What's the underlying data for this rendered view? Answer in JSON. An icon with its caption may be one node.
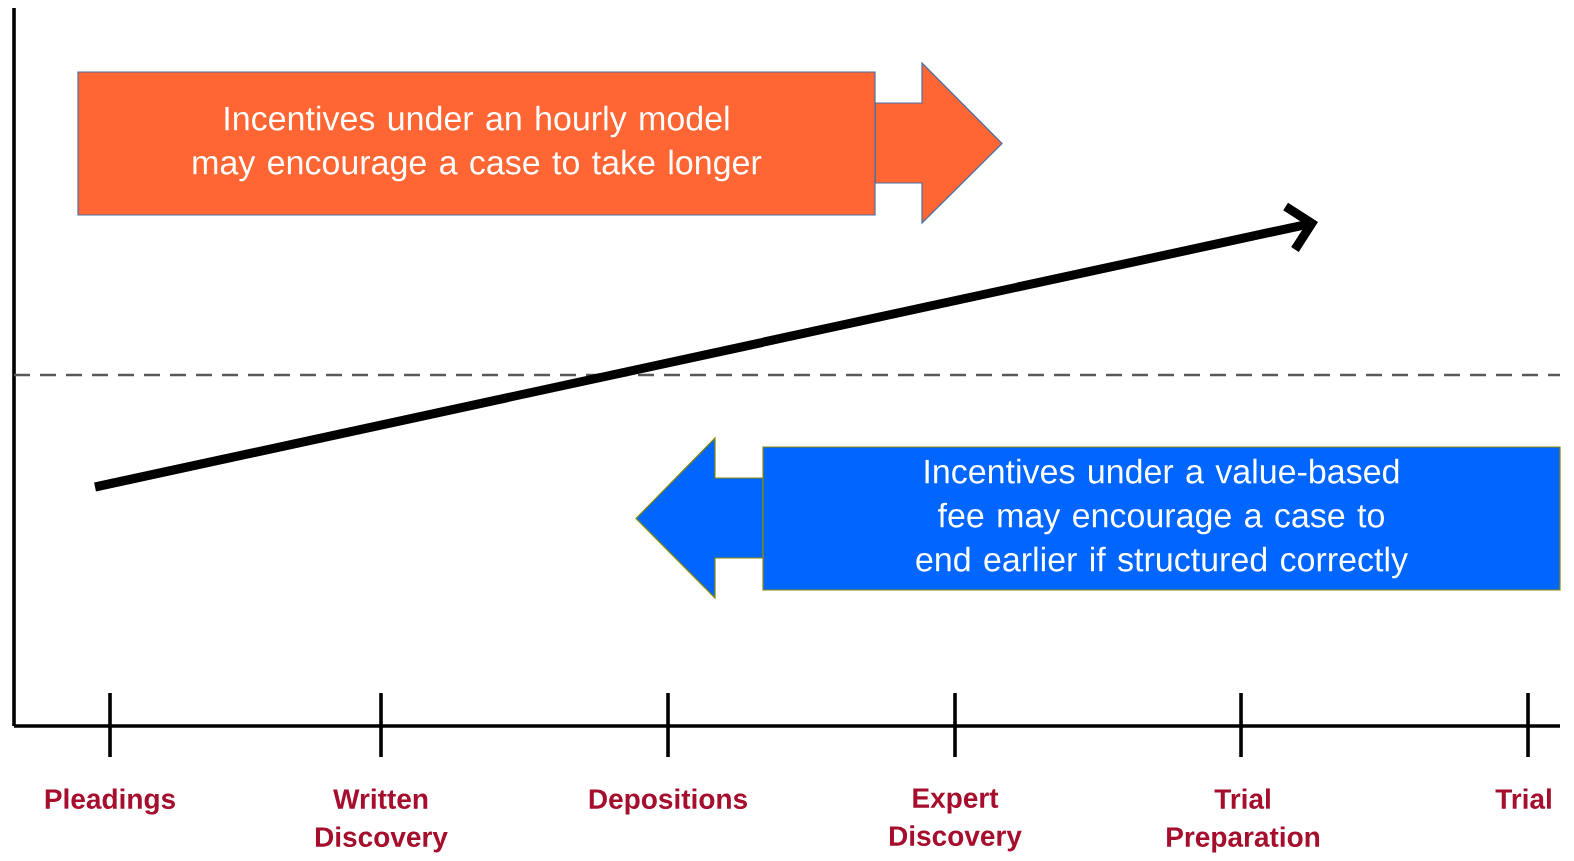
{
  "diagram": {
    "nodes": [
      {
        "text": [
          "Incentives under an hourly model may encourage a case to take longer"
        ]
      },
      {
        "text": [
          "Incentives under a value-based fee may encourage a case to end earlier if structured correctly"
        ]
      }
    ],
    "labels": [
      "Pleadings",
      "Written Discovery",
      "Depositions",
      "Expert Discovery",
      "Trial Preparation",
      "Trial"
    ]
  }
}
